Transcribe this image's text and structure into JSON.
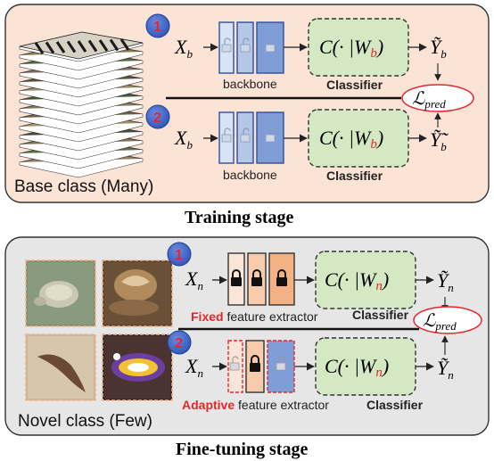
{
  "training": {
    "title": "Training stage",
    "base_label": "Base class (Many)",
    "step1_num": "1",
    "step2_num": "2",
    "input_sym": "X",
    "input_sub": "b",
    "backbone_label": "backbone",
    "classifier_expr": "C(· |W",
    "classifier_sub": "b",
    "classifier_label": "Classifier",
    "output1_sym": "Ỹ",
    "output2_sym": "Ỹ̃",
    "output_sub": "b",
    "loss_sym": "ℒ",
    "loss_sub": "pred"
  },
  "finetune": {
    "title": "Fine-tuning stage",
    "novel_label": "Novel class (Few)",
    "step1_num": "1",
    "step2_num": "2",
    "input_sym": "X",
    "input_sub": "n",
    "fixed_word": "Fixed",
    "adaptive_word": "Adaptive",
    "extractor_text": "feature extractor",
    "classifier_expr": "C(· |W",
    "classifier_sub": "n",
    "classifier_label": "Classifier",
    "output_sym": "Ỹ",
    "output_sub": "n",
    "loss_sym": "ℒ",
    "loss_sub": "pred"
  },
  "colors": {
    "training_panel": "#fbe3d6",
    "finetune_panel": "#e7e6e6",
    "backbone_light": "#dae3f3",
    "backbone_mid": "#b4c7e7",
    "backbone_dark": "#7f9ed8",
    "classifier_fill": "#d5e8c4",
    "fixed_light": "#fbe5d6",
    "fixed_mid": "#f8cbad",
    "fixed_dark": "#f4b183",
    "accent_red": "#e8262a",
    "badge_blue": "#3b62c4"
  }
}
